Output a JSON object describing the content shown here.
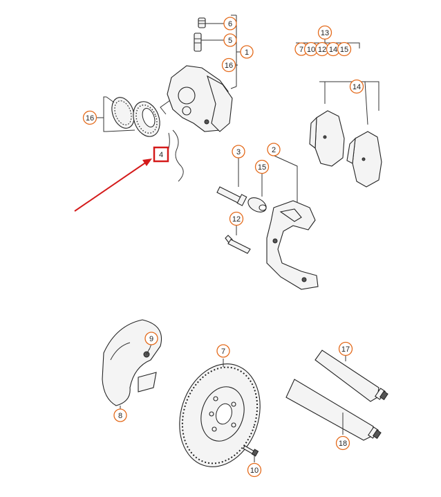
{
  "accent_color": "#e46a1b",
  "highlight_color": "#d41a1a",
  "arrow_color": "#d41a1a",
  "callouts": [
    {
      "id": "c6",
      "label": "6"
    },
    {
      "id": "c5",
      "label": "5"
    },
    {
      "id": "c1",
      "label": "1"
    },
    {
      "id": "c16a",
      "label": "16"
    },
    {
      "id": "c16b",
      "label": "16"
    },
    {
      "id": "c4",
      "label": "4",
      "highlighted": true
    },
    {
      "id": "c13",
      "label": "13"
    },
    {
      "id": "c7a",
      "label": "7"
    },
    {
      "id": "c10a",
      "label": "10"
    },
    {
      "id": "c12a",
      "label": "12"
    },
    {
      "id": "c14a",
      "label": "14"
    },
    {
      "id": "c15a",
      "label": "15"
    },
    {
      "id": "c14b",
      "label": "14"
    },
    {
      "id": "c3",
      "label": "3"
    },
    {
      "id": "c2",
      "label": "2"
    },
    {
      "id": "c15b",
      "label": "15"
    },
    {
      "id": "c12b",
      "label": "12"
    },
    {
      "id": "c9",
      "label": "9"
    },
    {
      "id": "c8",
      "label": "8"
    },
    {
      "id": "c7b",
      "label": "7"
    },
    {
      "id": "c10b",
      "label": "10"
    },
    {
      "id": "c17",
      "label": "17"
    },
    {
      "id": "c18",
      "label": "18"
    }
  ]
}
